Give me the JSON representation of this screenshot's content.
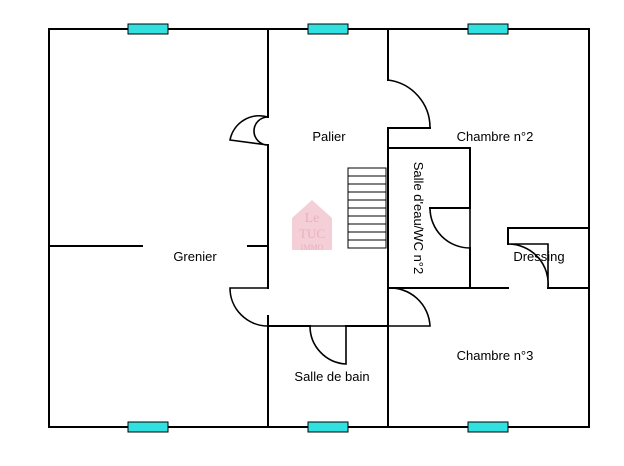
{
  "rooms": {
    "grenier": "Grenier",
    "palier": "Palier",
    "chambre2": "Chambre n°2",
    "salle_eau": "Salle d'eau/WC n°2",
    "dressing": "Dressing",
    "chambre3": "Chambre n°3",
    "salle_bain": "Salle de bain"
  },
  "watermark": {
    "line1": "Le",
    "line2": "TUC",
    "line3": "IMMO"
  },
  "colors": {
    "window": "#33e0e0",
    "wall": "#000000",
    "watermark": "#e7a3b3"
  }
}
